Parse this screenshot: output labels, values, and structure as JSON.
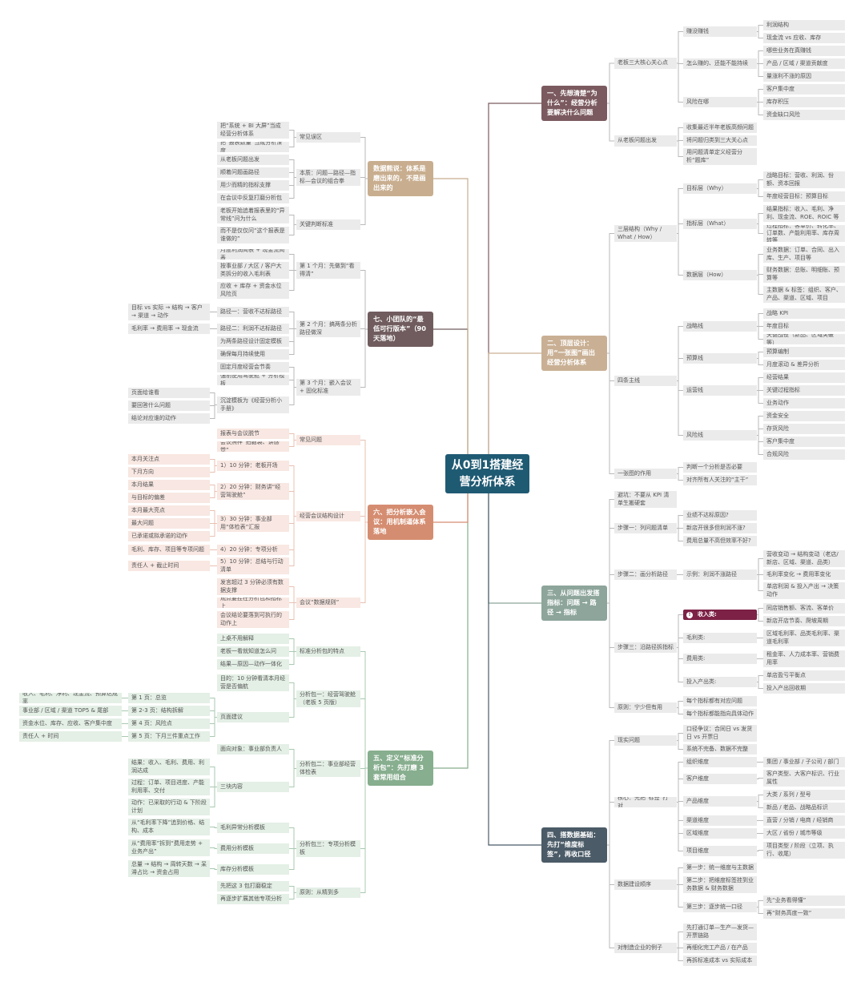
{
  "center": "从0到1搭建经营分析体系",
  "colors": {
    "center": "#1f5a73",
    "b1": "#7b5a5f",
    "b2": "#c9b094",
    "b3": "#8da59b",
    "b4": "#4b5b67",
    "b5": "#87ae8e",
    "b6": "#d58d71",
    "b7": "#705c5e",
    "b8": "#c8ae8f",
    "callout": "#7d2146"
  },
  "b1": {
    "title": "一、先想清楚“为什么”：经营分析要解决什么问题",
    "boss": {
      "label": "老板三大核心关心点",
      "earn": {
        "label": "赚没赚钱",
        "items": [
          "利润结构",
          "现金流 vs 应收、库存"
        ]
      },
      "how": {
        "label": "怎么赚的、还能不能持续",
        "items": [
          "哪些业务在真赚钱",
          "产品 / 区域 / 渠道贡献度",
          "量涨利不涨的原因"
        ]
      },
      "risk": {
        "label": "风险在哪",
        "items": [
          "客户集中度",
          "库存积压",
          "资金缺口风险"
        ]
      }
    },
    "from": {
      "label": "从老板问题出发",
      "items": [
        "收集最近半年老板高频问题",
        "将问题归类到三大关心点",
        "用问题清单定义经营分析“题库”"
      ]
    }
  },
  "b2": {
    "title": "二、顶层设计：用“一张图”画出经营分析体系",
    "three": {
      "label": "三层结构（Why / What / How）",
      "why": {
        "label": "目标层（Why）",
        "items": [
          "战略目标：营收、利润、份额、资本回报",
          "年度经营目标：预算目标"
        ]
      },
      "what": {
        "label": "指标层（What）",
        "items": [
          "结果指标：收入、毛利、净利、现金流、ROE、ROIC 等",
          "过程指标：客单价、转化率、订单数、产能利用率、库存周转等"
        ]
      },
      "how": {
        "label": "数据层（How）",
        "items": [
          "业务数据：订单、合同、出入库、生产、项目等",
          "财务数据：总账、明细账、预算等",
          "主数据 & 标签：组织、客户、产品、渠道、区域、项目"
        ]
      }
    },
    "four": {
      "label": "四条主线",
      "strategy": {
        "label": "战略线",
        "items": [
          "战略 KPI",
          "年度目标",
          "关键战役（新品、区域突破等）"
        ]
      },
      "budget": {
        "label": "预算线",
        "items": [
          "预算编制",
          "月度滚动 & 差异分析"
        ]
      },
      "ops": {
        "label": "运营线",
        "items": [
          "经营结果",
          "关键过程指标",
          "业务动作"
        ]
      },
      "riskline": {
        "label": "风险线",
        "items": [
          "资金安全",
          "存货风险",
          "客户集中度",
          "合规风险"
        ]
      }
    },
    "onemap": {
      "label": "一张图的作用",
      "items": [
        "判断一个分析是否必要",
        "对齐所有人关注的“主干”"
      ]
    }
  },
  "b3": {
    "title": "三、从问题出发搭指标：问题 → 路径 → 指标",
    "avoid": "避坑：不要从 KPI 清单生搬硬套",
    "step1": {
      "label": "步骤一：列问题清单",
      "items": [
        "业绩不达标原因?",
        "新店开很多但利润不涨?",
        "费用总量不高但效率不好?"
      ]
    },
    "step2": {
      "label": "步骤二：画分析路径",
      "example": "示例：利润不涨路径",
      "items": [
        "营收变动 → 结构变动（老店/新店、区域、渠道、品类）",
        "毛利率变化 → 费用率变化",
        "单店利润 & 投入产出 → 决策动作"
      ]
    },
    "step3": {
      "label": "步骤三：沿路径拆指标",
      "income": {
        "label": "收入类:",
        "items": [
          "同店销售额、客流、客单价",
          "新店开店节奏、爬坡周期"
        ]
      },
      "margin": {
        "label": "毛利类:",
        "items": [
          "区域毛利率、品类毛利率、渠道毛利率"
        ]
      },
      "cost": {
        "label": "费用类:",
        "items": [
          "租金率、人力成本率、营销费用率"
        ]
      },
      "roi": {
        "label": "投入产出类:",
        "items": [
          "单店盈亏平衡点",
          "投入产出回收期"
        ]
      }
    },
    "principle": {
      "label": "原则：宁少但有用",
      "items": [
        "每个指标都有对应问题",
        "每个指标都能指向具体动作"
      ]
    }
  },
  "b4": {
    "title": "四、搭数据基础：先打“维度标签”，再收口径",
    "reality": {
      "label": "现实问题",
      "items": [
        "口径争议：合同日 vs 发货日 vs 开票日",
        "系统不完备、数据不完整"
      ]
    },
    "core": {
      "label": "核心：先把“标签”打对",
      "org": {
        "label": "组织维度",
        "items": [
          "集团 / 事业部 / 子公司 / 部门"
        ]
      },
      "cust": {
        "label": "客户维度",
        "items": [
          "客户类型、大客户标识、行业属性"
        ]
      },
      "prod": {
        "label": "产品维度",
        "items": [
          "大类 / 系列 / 型号",
          "新品 / 老品、战略品标识"
        ]
      },
      "chan": {
        "label": "渠道维度",
        "items": [
          "直营 / 分销 / 电商 / 经销商"
        ]
      },
      "region": {
        "label": "区域维度",
        "items": [
          "大区 / 省份 / 城市等级"
        ]
      },
      "proj": {
        "label": "项目维度",
        "items": [
          "项目类型 / 阶段（立项、执行、收尾）"
        ]
      }
    },
    "order": {
      "label": "数据建设顺序",
      "s1": "第一步：统一维度与主数据",
      "s2": "第二步：把维度标签挂到业务数据 & 财务数据",
      "s3": {
        "label": "第三步：逐步统一口径",
        "items": [
          "先“业务看得懂”",
          "再“财务高度一致”"
        ]
      }
    },
    "mfg": {
      "label": "对制造企业的例子",
      "items": [
        "先打通订单—生产—发货—开票链路",
        "再细化完工产品 / 在产品",
        "再拆标准成本 vs 实际成本"
      ]
    }
  },
  "b5": {
    "title": "五、定义“标准分析包”：先打磨 3 套常用组合",
    "feature": {
      "label": "标准分析包的特点",
      "items": [
        "上桌不用解释",
        "老板一看就知道怎么问",
        "结果—原因—动作一体化"
      ]
    },
    "pack1": {
      "label": "分析包一：经营驾驶舱（老板 5 页版）",
      "goal": "目的：10 分钟看清本月经营是否偏航",
      "pages": {
        "label": "页面建议",
        "p1": {
          "label": "第 1 页：总览",
          "desc": "收入、毛利、净利、现金流、预算达成率"
        },
        "p2": {
          "label": "第 2-3 页：结构拆解",
          "desc": "事业部 / 区域 / 渠道 TOP5 & 尾部"
        },
        "p4": {
          "label": "第 4 页：风险点",
          "desc": "资金水位、库存、应收、客户集中度"
        },
        "p5": {
          "label": "第 5 页：下月三件重点工作",
          "desc": "责任人 + 时间"
        }
      }
    },
    "pack2": {
      "label": "分析包二：事业部经营体检表",
      "target": "面向对象：事业部负责人",
      "three": {
        "label": "三块内容",
        "items": [
          "结果：收入、毛利、费用、利润达成",
          "过程：订单、项目进度、产能利用率、交付",
          "动作：已采取的行动 & 下阶段计划"
        ]
      }
    },
    "pack3": {
      "label": "分析包三：专项分析模板",
      "m1": {
        "label": "毛利异常分析模板",
        "desc": "从“毛利率下降”追到价格、结构、成本"
      },
      "m2": {
        "label": "费用分析模板",
        "desc": "从“费用率”拆到“费用走势 + 业务产出”"
      },
      "m3": {
        "label": "库存分析模板",
        "desc": "总量 → 结构 → 周转天数 → 呆滞占比 → 资金占用"
      }
    },
    "principle": {
      "label": "原则：从精到多",
      "items": [
        "先把这 3 包打磨稳定",
        "再逐步扩展其他专项分析"
      ]
    }
  },
  "b6": {
    "title": "六、把分析嵌入会议：用机制逼体系落地",
    "common": {
      "label": "常见问题",
      "items": [
        "报表与会议脱节",
        "会议照样“拍脑袋、讲感觉”"
      ]
    },
    "design": {
      "label": "经营会议结构设计",
      "t1": {
        "label": "1）10 分钟：老板开场",
        "items": [
          "本月关注点",
          "下月方向"
        ]
      },
      "t2": {
        "label": "2）20 分钟：财务讲“经营驾驶舱”",
        "items": [
          "本月结果",
          "与目标的偏差"
        ]
      },
      "t3": {
        "label": "3）30 分钟：事业部用“体检表”汇报",
        "items": [
          "本月最大亮点",
          "最大问题",
          "已承诺或拟承诺的动作"
        ]
      },
      "t4": {
        "label": "4）20 分钟：专项分析",
        "items": [
          "毛利、库存、项目等专项问题"
        ]
      },
      "t5": {
        "label": "5）10 分钟：总结与行动清单",
        "items": [
          "责任人 + 截止时间"
        ]
      }
    },
    "rules": {
      "label": "会议“数据规则”",
      "items": [
        "发言超过 3 分钟必须有数据支撑",
        "观点要挂在分析包和指标上",
        "会议结论要落到可执行的动作上"
      ]
    }
  },
  "b7": {
    "title": "七、小团队的“最低可行版本”（90 天落地）",
    "m1": {
      "label": "第 1 个月：先做到“看得清”",
      "items": [
        "月度利润简表 + 现金流简表",
        "按事业部 / 大区 / 客户大类拆分的收入毛利表",
        "应收 + 库存 + 资金水位风险页"
      ]
    },
    "m2": {
      "label": "第 2 个月：搞两条分析路径做深",
      "p1": {
        "label": "路径一：营收不达标路径",
        "desc": "目标 vs 实际 → 结构 → 客户 → 渠道 → 动作"
      },
      "p2": {
        "label": "路径二：利润不达标路径",
        "desc": "毛利率 → 费用率 → 现金流"
      },
      "items": [
        "为两条路径设计固定模板",
        "确保每月持续使用"
      ]
    },
    "m3": {
      "label": "第 3 个月：嵌入会议 + 固化标准",
      "items": [
        "固定月度经营会节奏",
        "强制使用驾驶舱 + 分析模板"
      ],
      "last": {
        "label": "沉淀模板为《经营分析小手册》",
        "items": [
          "页面给谁看",
          "要回答什么问题",
          "结论对应谁的动作"
        ]
      }
    }
  },
  "b8": {
    "title": "数据熊说：体系是磨出来的，不是画出来的",
    "mis": {
      "label": "常见误区",
      "items": [
        "把“系统 + BI 大屏”当成经营分析体系",
        "把“报表数量”当成分析深度"
      ]
    },
    "essence": {
      "label": "本质：问题—路径—指标—会议的组合拳",
      "items": [
        "从老板问题出发",
        "顺着问题画路径",
        "用少而精的指标支撑",
        "在会议中反复打磨分析包"
      ]
    },
    "judge": {
      "label": "关键判断标准",
      "items": [
        "老板开始追着报表里的“异常线”问为什么",
        "而不是仅仅问“这个报表是谁做的”"
      ]
    }
  }
}
